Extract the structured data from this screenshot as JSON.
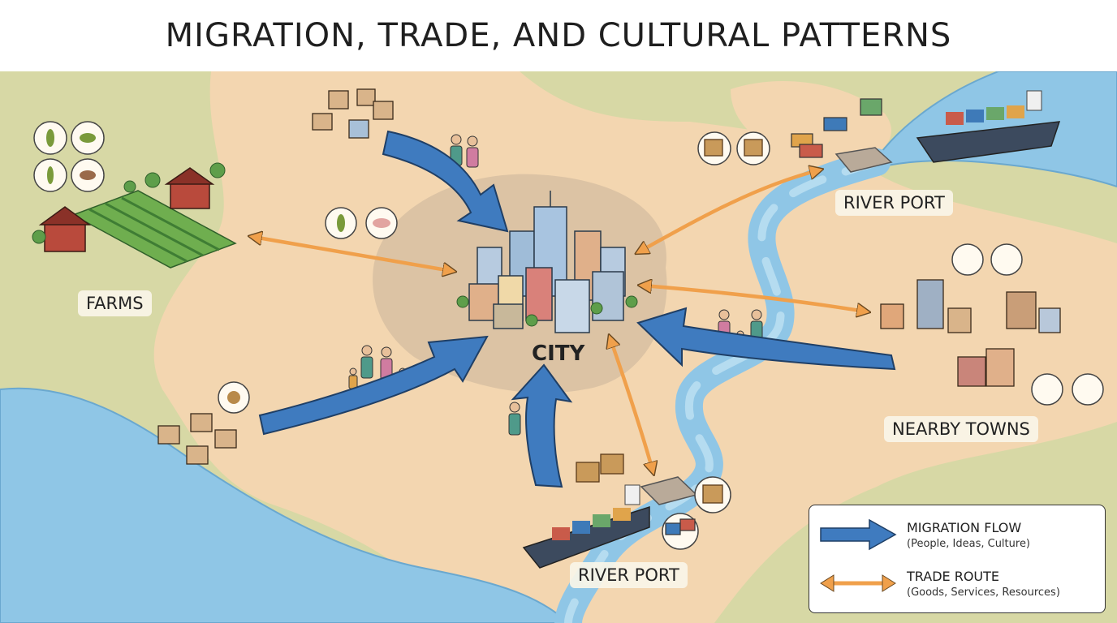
{
  "title": "MIGRATION, TRADE, AND CULTURAL PATTERNS",
  "labels": {
    "city": "CITY",
    "farms": "FARMS",
    "river_port_top": "RIVER PORT",
    "river_port_bottom": "RIVER PORT",
    "nearby_towns": "NEARBY TOWNS"
  },
  "legend": {
    "migration_title": "MIGRATION FLOW",
    "migration_sub": "(People, Ideas, Culture)",
    "trade_title": "TRADE ROUTE",
    "trade_sub": "(Goods, Services, Resources)"
  },
  "colors": {
    "migration": "#3f7bbf",
    "trade": "#f0a04b",
    "water": "#8fc6e6",
    "land_green": "#d7d8a5",
    "land_sand": "#f3d6b0",
    "city_ground": "#dcc3a4"
  }
}
